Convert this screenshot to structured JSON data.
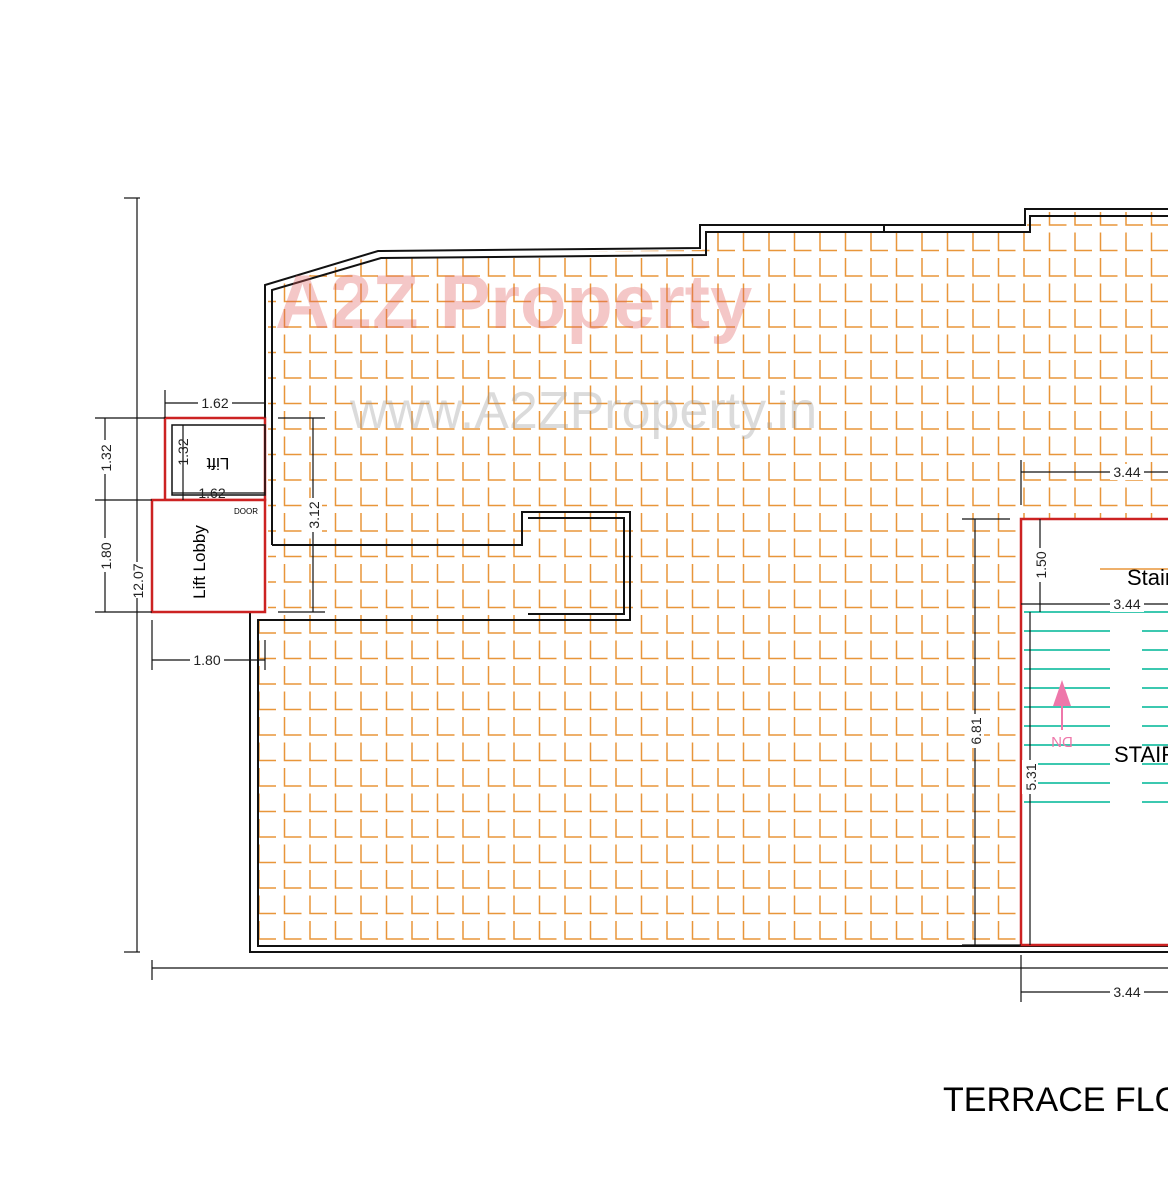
{
  "watermark": {
    "brand": "A2Z Property",
    "url": "www.A2ZProperty.in"
  },
  "rooms": {
    "lift": "Lift",
    "lift_lobby": "Lift Lobby",
    "stair_upper": "Stair",
    "stair_lower": "STAIR",
    "down_label": "DN",
    "door_label": "DOOR"
  },
  "title": "TERRACE FLO",
  "dimensions": {
    "overall_height": "12.07",
    "lift_height_outer": "1.32",
    "lobby_height_outer": "1.80",
    "lift_width_top": "1.62",
    "lift_height_inner": "1.32",
    "lift_width_inner": "1.62",
    "recess_height": "3.12",
    "lobby_width": "1.80",
    "stair_width_top": "3.44",
    "stair_landing_height": "1.50",
    "stair_width_mid": "3.44",
    "stair_flight_height": "5.31",
    "stair_total_height": "6.81",
    "stair_width_bottom": "3.44"
  },
  "colors": {
    "wall": "#111111",
    "tile": "#e8963a",
    "room_outline": "#cc2222",
    "stair_tread": "#3cc8b0",
    "dn_arrow": "#ee77aa"
  }
}
